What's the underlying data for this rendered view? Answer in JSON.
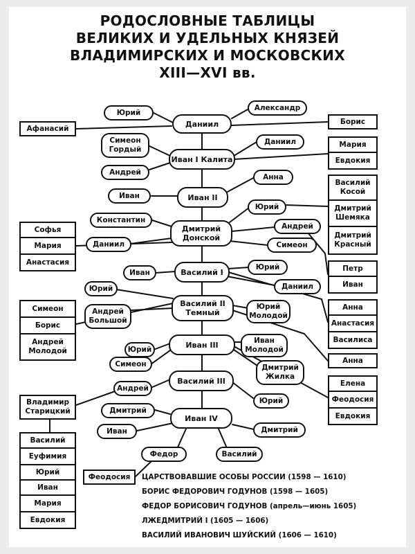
{
  "title": {
    "line1": "РОДОСЛОВНЫЕ ТАБЛИЦЫ",
    "line2": "ВЕЛИКИХ И УДЕЛЬНЫХ КНЯЗЕЙ",
    "line3": "ВЛАДИМИРСКИХ И МОСКОВСКИХ",
    "line4": "XIII—XVI вв."
  },
  "main_line": {
    "daniil": "Даниил",
    "ivan1": "Иван I Калита",
    "ivan2": "Иван II",
    "dmitry_donskoy": "Дмитрий\nДонской",
    "vasily1": "Василий I",
    "vasily2": "Василий II\nТемный",
    "ivan3": "Иван III",
    "vasily3": "Василий III",
    "ivan4": "Иван IV"
  },
  "children": {
    "yuri_1": "Юрий",
    "alexandr": "Александр",
    "simeon_gordy": "Симеон\nГордый",
    "daniil_2": "Даниил",
    "andrey_1": "Андрей",
    "anna_1": "Анна",
    "ivan_k": "Иван",
    "yuri_2": "Юрий",
    "konstantin": "Константин",
    "andrey_2": "Андрей",
    "daniil_3": "Даниил",
    "simeon_2": "Симеон",
    "ivan_v1": "Иван",
    "yuri_3": "Юрий",
    "daniil_4": "Даниил",
    "yuri_4": "Юрий",
    "yuri_molodoy": "Юрий\nМолодой",
    "andrey_bolshoy": "Андрей\nБольшой",
    "yuri_5": "Юрий",
    "ivan_molodoy": "Иван\nМолодой",
    "simeon_3": "Симеон",
    "dmitry_zhilka": "Дмитрий\nЖилка",
    "andrey_3": "Андрей",
    "yuri_6": "Юрий",
    "dmitry_1": "Дмитрий",
    "ivan_4c": "Иван",
    "dmitry_2": "Дмитрий",
    "fedor": "Федор",
    "vasily_c": "Василий"
  },
  "boxes": {
    "afanasy": "Афанасий",
    "boris_1": "Борис",
    "daughters_ivan1": [
      "Мария",
      "Евдокия"
    ],
    "yuri_sons": [
      "Василий\nКосой",
      "Дмитрий\nШемяка",
      "Дмитрий\nКрасный"
    ],
    "donskoy_daughters": [
      "Софья",
      "Мария",
      "Анастасия"
    ],
    "petr_ivan": [
      "Петр",
      "Иван"
    ],
    "vasily1_daughters": [
      "Анна",
      "Анастасия",
      "Василиса"
    ],
    "vasily2_left": [
      "Симеон",
      "Борис",
      "Андрей\nМолодой"
    ],
    "anna_2": "Анна",
    "ivan3_daughters": [
      "Елена",
      "Феодосия",
      "Евдокия"
    ],
    "vladimir_staritsky": "Владимир\nСтарицкий",
    "vladimir_children": [
      "Василий",
      "Еуфимия",
      "Юрий",
      "Иван",
      "Мария",
      "Евдокия"
    ],
    "feodosia": "Феодосия"
  },
  "rulers": [
    "ЦАРСТВОВАВШИЕ ОСОБЫ РОССИИ (1598 — 1610)",
    "БОРИС ФЕДОРОВИЧ ГОДУНОВ (1598 — 1605)",
    "ФЕДОР БОРИСОВИЧ ГОДУНОВ (апрель—июнь 1605)",
    "ЛЖЕДМИТРИЙ I (1605 — 1606)",
    "ВАСИЛИЙ ИВАНОВИЧ ШУЙСКИЙ (1606 — 1610)"
  ]
}
